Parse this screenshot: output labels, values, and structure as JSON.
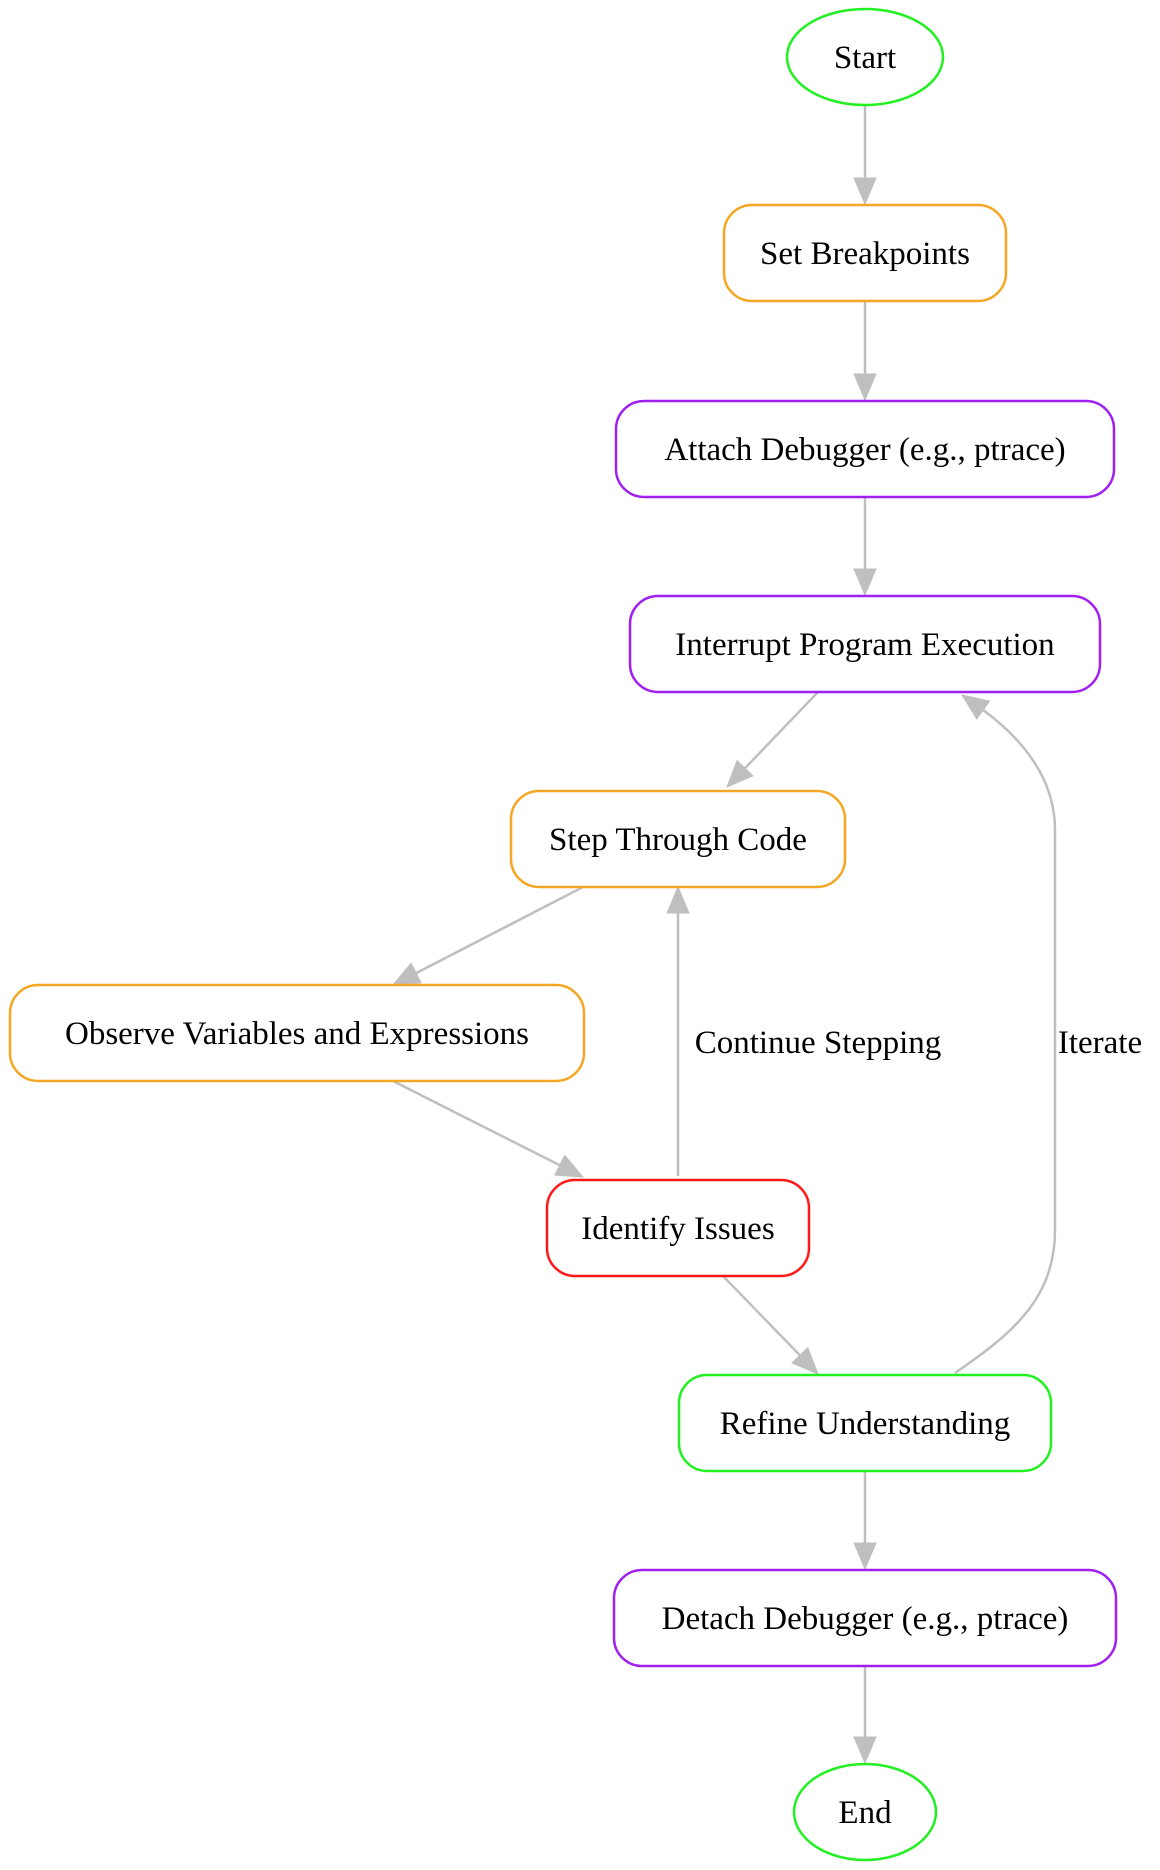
{
  "diagram": {
    "colors": {
      "start_end": "#22f022",
      "step": "#f5a623",
      "debugger": "#a020f0",
      "issue": "#ff1a1a",
      "refine": "#22f022",
      "edge": "#bfbfbf"
    },
    "nodes": [
      {
        "id": "start",
        "label": "Start",
        "shape": "ellipse",
        "color": "start_end"
      },
      {
        "id": "set_breakpoints",
        "label": "Set Breakpoints",
        "shape": "box",
        "color": "step"
      },
      {
        "id": "attach_debugger",
        "label": "Attach Debugger (e.g., ptrace)",
        "shape": "box",
        "color": "debugger"
      },
      {
        "id": "interrupt_execution",
        "label": "Interrupt Program Execution",
        "shape": "box",
        "color": "debugger"
      },
      {
        "id": "step_through_code",
        "label": "Step Through Code",
        "shape": "box",
        "color": "step"
      },
      {
        "id": "observe_variables",
        "label": "Observe Variables and Expressions",
        "shape": "box",
        "color": "step"
      },
      {
        "id": "identify_issues",
        "label": "Identify Issues",
        "shape": "box",
        "color": "issue"
      },
      {
        "id": "refine_understanding",
        "label": "Refine Understanding",
        "shape": "box",
        "color": "refine"
      },
      {
        "id": "detach_debugger",
        "label": "Detach Debugger (e.g., ptrace)",
        "shape": "box",
        "color": "debugger"
      },
      {
        "id": "end",
        "label": "End",
        "shape": "ellipse",
        "color": "start_end"
      }
    ],
    "edges": [
      {
        "from": "start",
        "to": "set_breakpoints",
        "label": ""
      },
      {
        "from": "set_breakpoints",
        "to": "attach_debugger",
        "label": ""
      },
      {
        "from": "attach_debugger",
        "to": "interrupt_execution",
        "label": ""
      },
      {
        "from": "interrupt_execution",
        "to": "step_through_code",
        "label": ""
      },
      {
        "from": "step_through_code",
        "to": "observe_variables",
        "label": ""
      },
      {
        "from": "observe_variables",
        "to": "identify_issues",
        "label": ""
      },
      {
        "from": "identify_issues",
        "to": "step_through_code",
        "label": "Continue Stepping"
      },
      {
        "from": "identify_issues",
        "to": "refine_understanding",
        "label": ""
      },
      {
        "from": "refine_understanding",
        "to": "interrupt_execution",
        "label": "Iterate"
      },
      {
        "from": "refine_understanding",
        "to": "detach_debugger",
        "label": ""
      },
      {
        "from": "detach_debugger",
        "to": "end",
        "label": ""
      }
    ]
  }
}
